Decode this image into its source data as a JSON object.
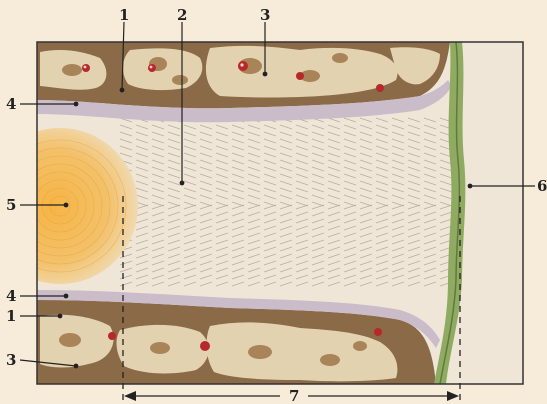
{
  "labels": {
    "l1_top": "1",
    "l2_top": "2",
    "l3_top": "3",
    "l4_top": "4",
    "l5_left": "5",
    "l6_right": "6",
    "l4_bottom": "4",
    "l1_bottom": "1",
    "l3_bottom": "3",
    "l7_bottom": "7"
  },
  "colors": {
    "background": "#f7ecd9",
    "bone": "#8a6a47",
    "bone_light": "#e3d2b0",
    "marrow_spot": "#b8272a",
    "membrane": "#cbbcc9",
    "fibrous_tissue": "#efe6d8",
    "fiber_stroke": "#b8ad9e",
    "growth_center": "#f2a93a",
    "green_layer": "#8fab62",
    "line": "#222222"
  }
}
